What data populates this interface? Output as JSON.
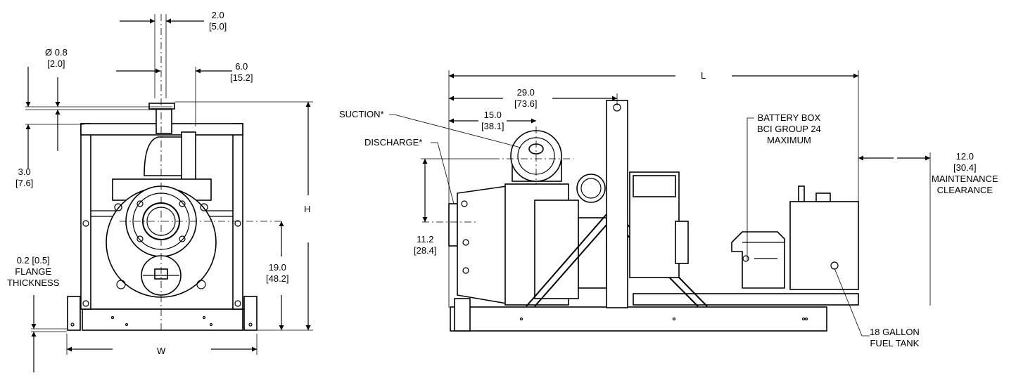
{
  "front_view": {
    "dim_top_main": "2.0",
    "dim_top_alt": "[5.0]",
    "dim_dia_main": "Ø 0.8",
    "dim_dia_alt": "[2.0]",
    "dim_right_main": "6.0",
    "dim_right_alt": "[15.2]",
    "dim_left_main": "3.0",
    "dim_left_alt": "[7.6]",
    "dim_height": "H",
    "dim_flange_main": "0.2 [0.5]",
    "dim_flange_line2": "FLANGE",
    "dim_flange_line3": "THICKNESS",
    "dim_center_main": "19.0",
    "dim_center_alt": "[48.2]",
    "dim_width": "W"
  },
  "side_view": {
    "dim_length": "L",
    "dim_29_main": "29.0",
    "dim_29_alt": "[73.6]",
    "dim_15_main": "15.0",
    "dim_15_alt": "[38.1]",
    "suction_label": "SUCTION*",
    "discharge_label": "DISCHARGE*",
    "dim_11_main": "11.2",
    "dim_11_alt": "[28.4]",
    "battery_line1": "BATTERY BOX",
    "battery_line2": "BCI GROUP 24",
    "battery_line3": "MAXIMUM",
    "maint_main": "12.0",
    "maint_alt": "[30.4]",
    "maint_line1": "MAINTENANCE",
    "maint_line2": "CLEARANCE",
    "fuel_line1": "18 GALLON",
    "fuel_line2": "FUEL TANK"
  }
}
